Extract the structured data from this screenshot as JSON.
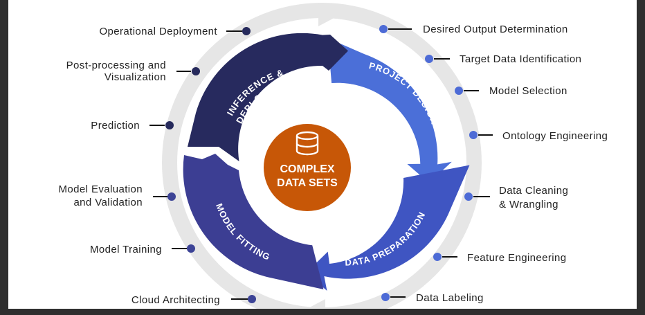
{
  "center": {
    "icon": "database-icon",
    "line1": "COMPLEX",
    "line2": "DATA SETS",
    "color": "#C75707"
  },
  "phases": [
    {
      "id": "project-design",
      "label": "PROJECT DESIGN",
      "color": "#4B6FD8"
    },
    {
      "id": "data-preparation",
      "label": "DATA PREPARATION",
      "color": "#3F55C2"
    },
    {
      "id": "model-fitting",
      "label": "MODEL FITTING",
      "color": "#3C3E93"
    },
    {
      "id": "inference-deployment",
      "label_line1": "INFERENCE &",
      "label_line2": "DEPLOYMENT",
      "color": "#272A5E"
    }
  ],
  "steps_right": [
    {
      "label": "Desired Output Determination"
    },
    {
      "label": "Target Data Identification"
    },
    {
      "label": "Model Selection"
    },
    {
      "label": "Ontology Engineering"
    },
    {
      "label_line1": "Data Cleaning",
      "label_line2": "& Wrangling"
    },
    {
      "label": "Feature Engineering"
    },
    {
      "label": "Data Labeling"
    }
  ],
  "steps_left": [
    {
      "label": "Operational Deployment"
    },
    {
      "label_line1": "Post-processing and",
      "label_line2": "Visualization"
    },
    {
      "label": "Prediction"
    },
    {
      "label_line1": "Model Evaluation",
      "label_line2": "and Validation"
    },
    {
      "label": "Model Training"
    },
    {
      "label": "Cloud Architecting"
    }
  ],
  "colors": {
    "outer_ring": "#E6E6E6",
    "dot_right": "#4D6BD6",
    "dot_left_dark": "#262A5C",
    "dot_left_mid": "#3C4396",
    "line": "#111111"
  }
}
